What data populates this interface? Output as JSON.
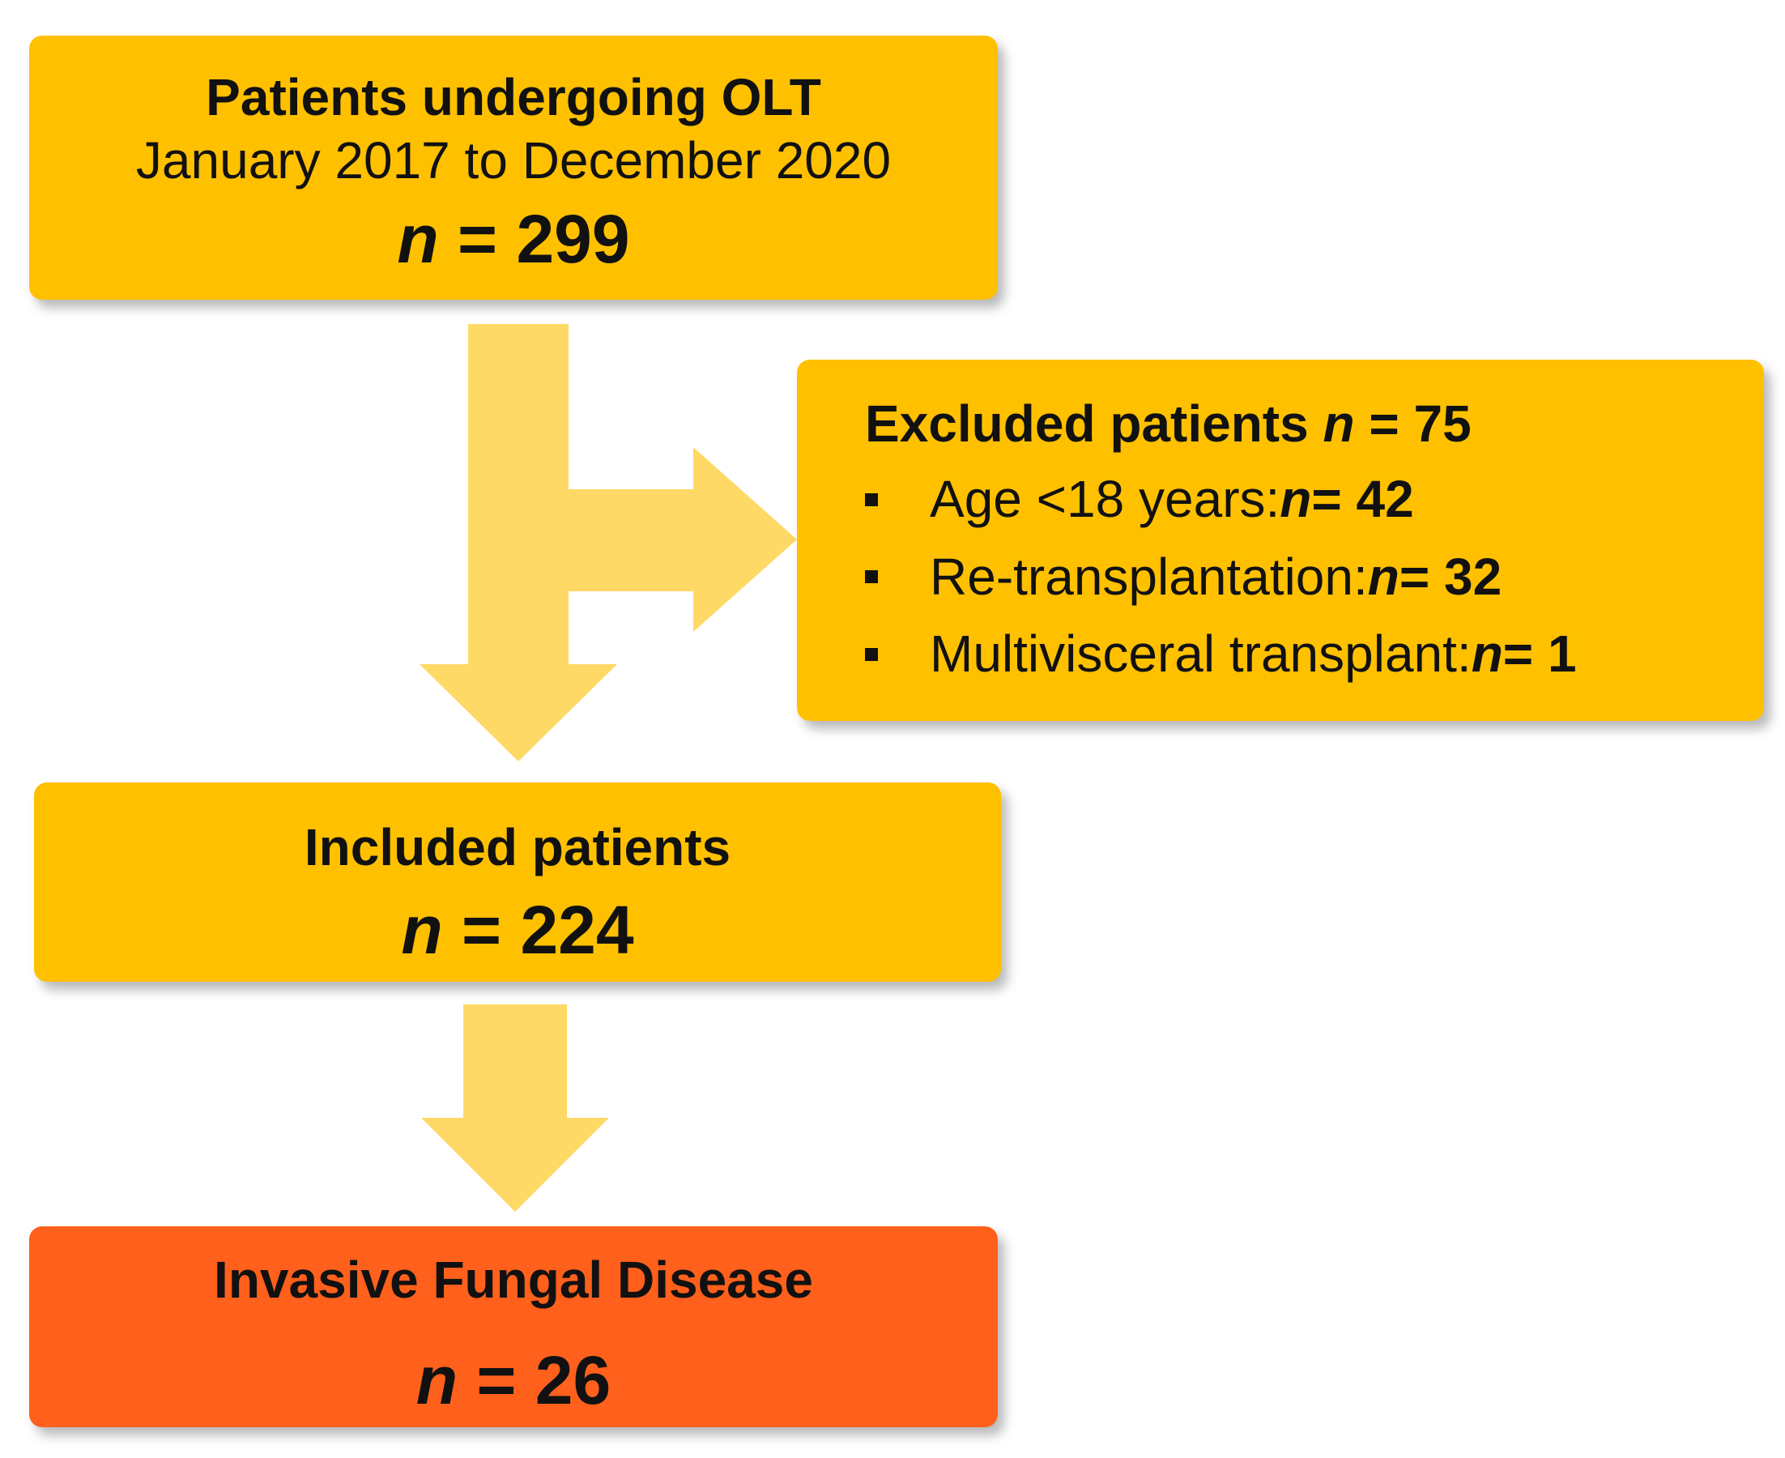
{
  "boxes": {
    "total": {
      "title": "Patients undergoing OLT",
      "period": "January 2017 to December 2020",
      "n_label": "n",
      "n_value": "= 299"
    },
    "excluded": {
      "title": "Excluded patients ",
      "n_label": "n",
      "n_value": " = 75",
      "criteria": [
        {
          "label": "Age <18 years: ",
          "n_label": "n",
          "n_value": " = 42"
        },
        {
          "label": "Re-transplantation: ",
          "n_label": "n",
          "n_value": " = 32"
        },
        {
          "label": "Multivisceral transplant: ",
          "n_label": "n",
          "n_value": " = 1"
        }
      ]
    },
    "included": {
      "title": "Included patients",
      "n_label": "n",
      "n_value": "= 224"
    },
    "ifd": {
      "title": "Invasive Fungal Disease",
      "n_label": "n",
      "n_value": "= 26"
    }
  },
  "colors": {
    "box_fill": "#FFC000",
    "highlight_fill": "#FF601C",
    "arrow_fill": "#FFD966",
    "text": "#111111"
  }
}
